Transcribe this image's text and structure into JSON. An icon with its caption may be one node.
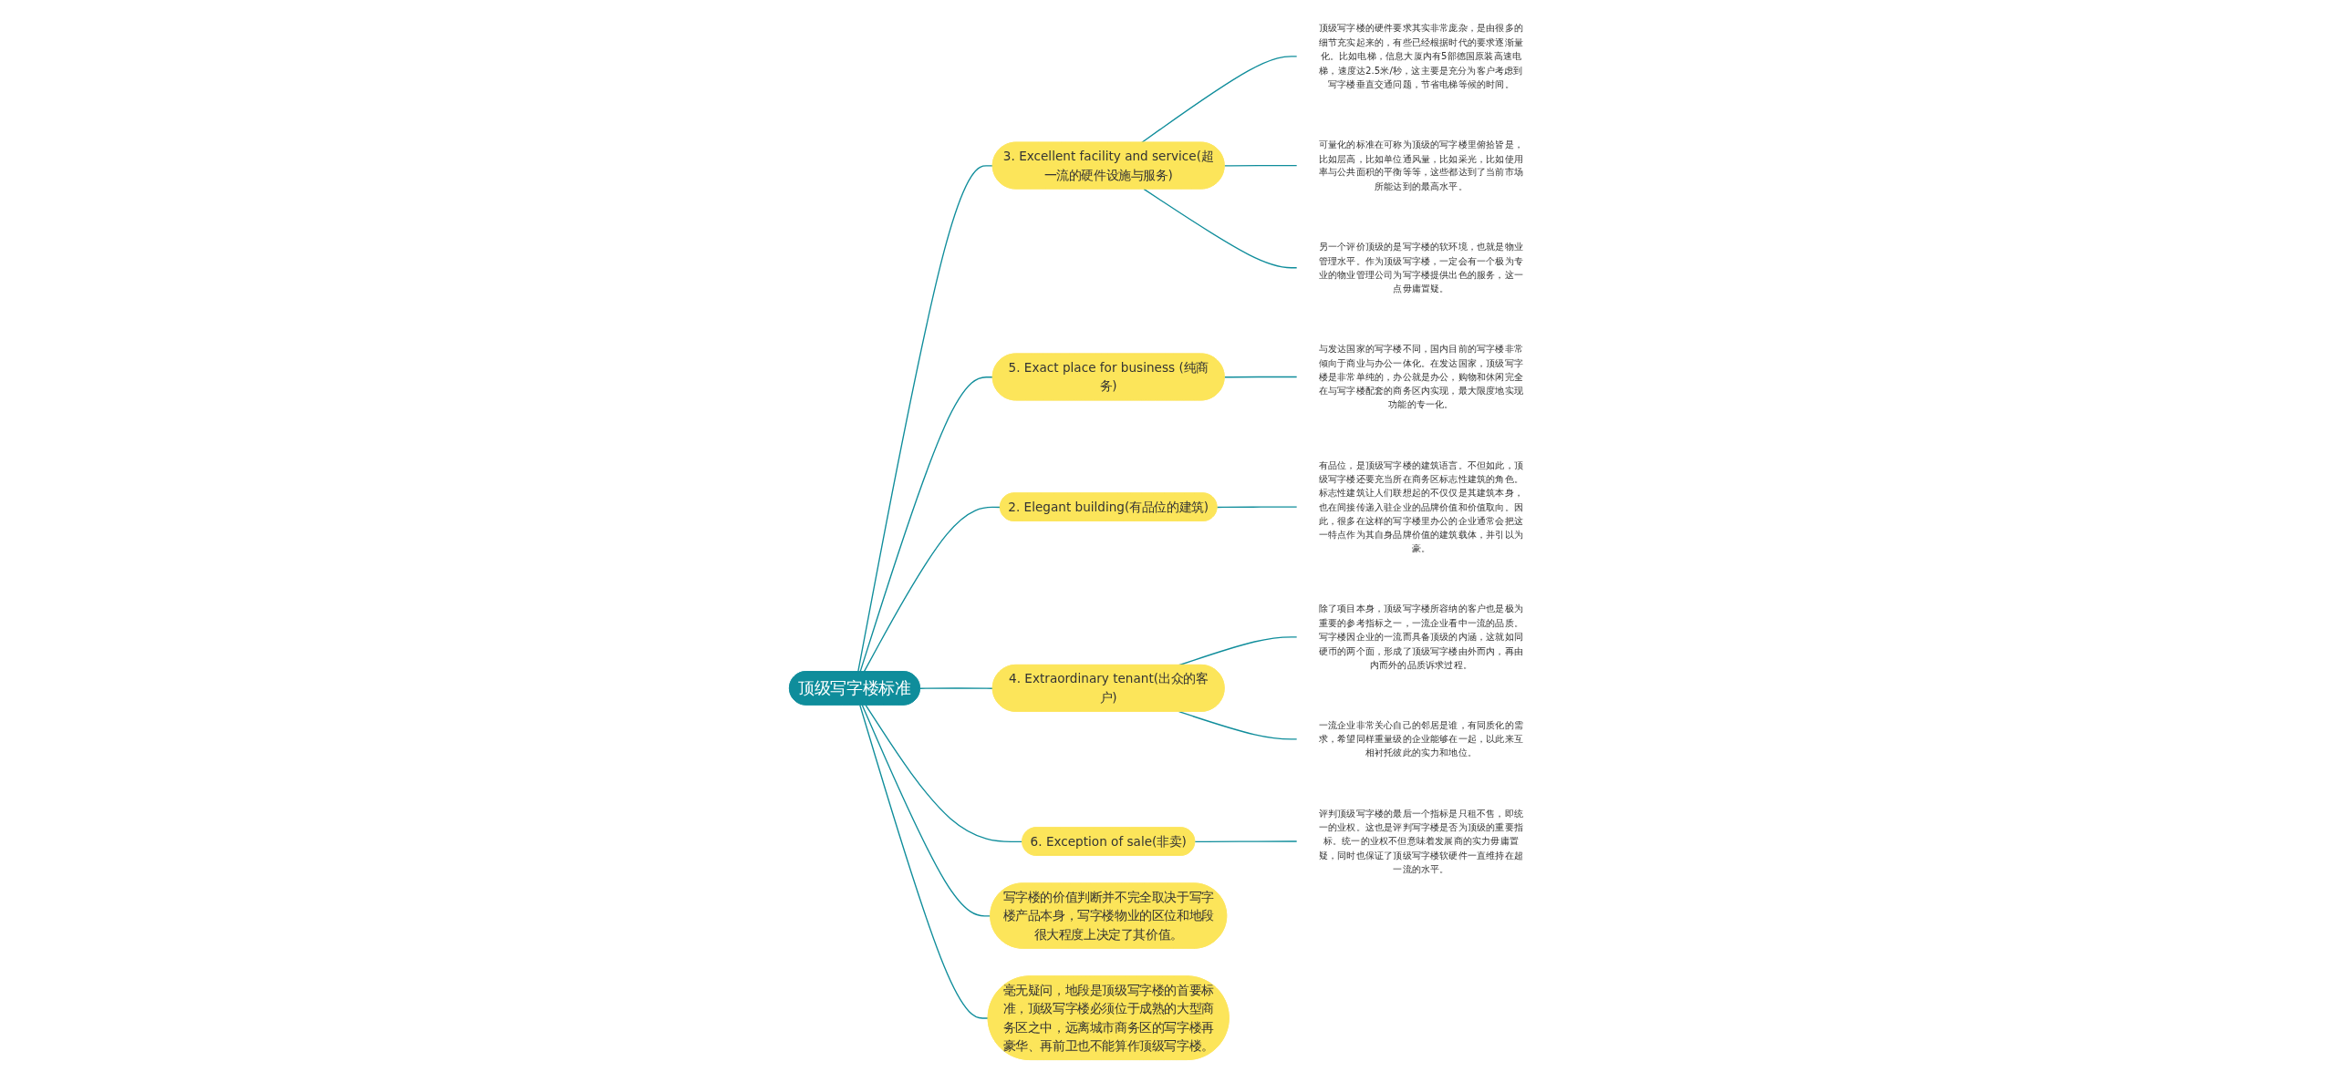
{
  "diagram": {
    "nodes": [
      {
        "text": [
          "顶级写字楼标准"
        ]
      },
      {
        "text": [
          "写字楼的价值判断并不完全取决于写字楼产品本身，写字楼物业的区位和地段很大程度上决定了其价值。"
        ]
      },
      {
        "text": [
          "3. Excellent facility and service(超一流的硬件设施与服务)"
        ]
      },
      {
        "text": [
          "顶级写字楼的硬件要求其实非常庞杂，是由很多的细节充实起来的，有些已经根据时代的要求逐渐量化。比如电梯，信息大厦内有5部德国原装高速电梯，速度达2.5米/秒，这主要是充分为客户考虑到写字楼垂直交通问题，节省电梯等候的时间。"
        ]
      },
      {
        "text": [
          "可量化的标准在可称为顶级的写字楼里俯拾皆是，比如层高，比如单位通风量，比如采光，比如使用率与公共面积的平衡等等，这些都达到了当前市场所能达到的最高水平。"
        ]
      },
      {
        "text": [
          "另一个评价顶级的是写字楼的软环境，也就是物业管理水平。作为顶级写字楼，一定会有一个极为专业的物业管理公司为写字楼提供出色的服务，这一点毋庸置疑。"
        ]
      },
      {
        "text": [
          "5. Exact place for business (纯商务)"
        ]
      },
      {
        "text": [
          "与发达国家的写字楼不同，国内目前的写字楼非常倾向于商业与办公一体化。在发达国家，顶级写字楼是非常单纯的，办公就是办公，购物和休闲完全在与写字楼配套的商务区内实现，最大限度地实现功能的专一化。"
        ]
      },
      {
        "text": [
          "毫无疑问，地段是顶级写字楼的首要标准，顶级写字楼必须位于成熟的大型商务区之中，远离城市商务区的写字楼再豪华、再前卫也不能算作顶级写字楼。"
        ]
      },
      {
        "text": [
          "2. Elegant building(有品位的建筑)"
        ]
      },
      {
        "text": [
          "有品位，是顶级写字楼的建筑语言。不但如此，顶级写字楼还要充当所在商务区标志性建筑的角色。标志性建筑让人们联想起的不仅仅是其建筑本身，也在间接传递入驻企业的品牌价值和价值取向。因此，很多在这样的写字楼里办公的企业通常会把这一特点作为其自身品牌价值的建筑载体，并引以为豪。"
        ]
      },
      {
        "text": [
          "4. Extraordinary tenant(出众的客户)"
        ]
      },
      {
        "text": [
          "除了项目本身，顶级写字楼所容纳的客户也是极为重要的参考指标之一，一流企业看中一流的品质。写字楼因企业的一流而具备顶级的内涵，这就如同硬币的两个面，形成了顶级写字楼由外而内，再由内而外的品质诉求过程。"
        ]
      },
      {
        "text": [
          "一流企业非常关心自己的邻居是谁，有同质化的需求，希望同样重量级的企业能够在一起，以此来互相衬托彼此的实力和地位。"
        ]
      },
      {
        "text": [
          "6. Exception of sale(非卖)"
        ]
      },
      {
        "text": [
          "评判顶级写字楼的最后一个指标是只租不售，即统一的业权。这也是评判写字楼是否为顶级的重要指标。统一的业权不但意味着发展商的实力毋庸置疑，同时也保证了顶级写字楼软硬件一直维持在超一流的水平。"
        ]
      }
    ],
    "edges": [
      {
        "from": 0,
        "to": 1,
        "arrow": "none"
      },
      {
        "from": 0,
        "to": 2,
        "arrow": "none"
      },
      {
        "from": 2,
        "to": 3,
        "arrow": "none"
      },
      {
        "from": 2,
        "to": 4,
        "arrow": "none"
      },
      {
        "from": 2,
        "to": 5,
        "arrow": "none"
      },
      {
        "from": 0,
        "to": 6,
        "arrow": "none"
      },
      {
        "from": 6,
        "to": 7,
        "arrow": "none"
      },
      {
        "from": 0,
        "to": 8,
        "arrow": "none"
      },
      {
        "from": 0,
        "to": 9,
        "arrow": "none"
      },
      {
        "from": 9,
        "to": 10,
        "arrow": "none"
      },
      {
        "from": 0,
        "to": 11,
        "arrow": "none"
      },
      {
        "from": 11,
        "to": 12,
        "arrow": "none"
      },
      {
        "from": 11,
        "to": 13,
        "arrow": "none"
      },
      {
        "from": 0,
        "to": 14,
        "arrow": "none"
      },
      {
        "from": 14,
        "to": 15,
        "arrow": "none"
      }
    ]
  }
}
